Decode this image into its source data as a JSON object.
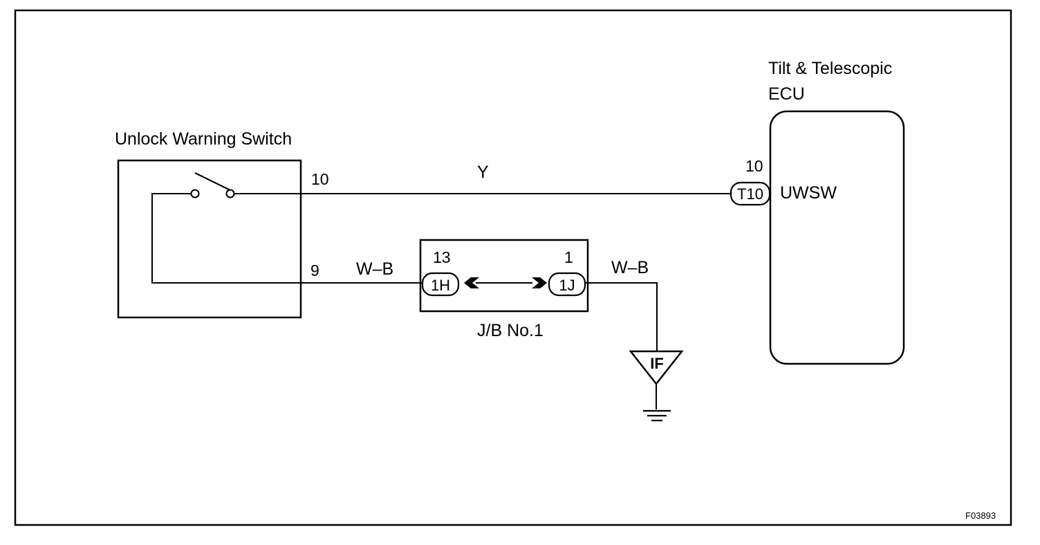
{
  "switch": {
    "title": "Unlock Warning Switch",
    "pin_top": "10",
    "pin_bottom": "9"
  },
  "wires": {
    "signal_color": "Y",
    "ground_left_color": "W–B",
    "ground_right_color": "W–B"
  },
  "junction_block": {
    "name": "J/B No.1",
    "left_pin_number": "13",
    "left_connector": "1H",
    "right_pin_number": "1",
    "right_connector": "1J"
  },
  "ground": {
    "label": "IF"
  },
  "ecu": {
    "title_line1": "Tilt & Telescopic",
    "title_line2": "ECU",
    "pin_number": "10",
    "connector": "T10",
    "terminal": "UWSW"
  },
  "figure_code": "F03893"
}
